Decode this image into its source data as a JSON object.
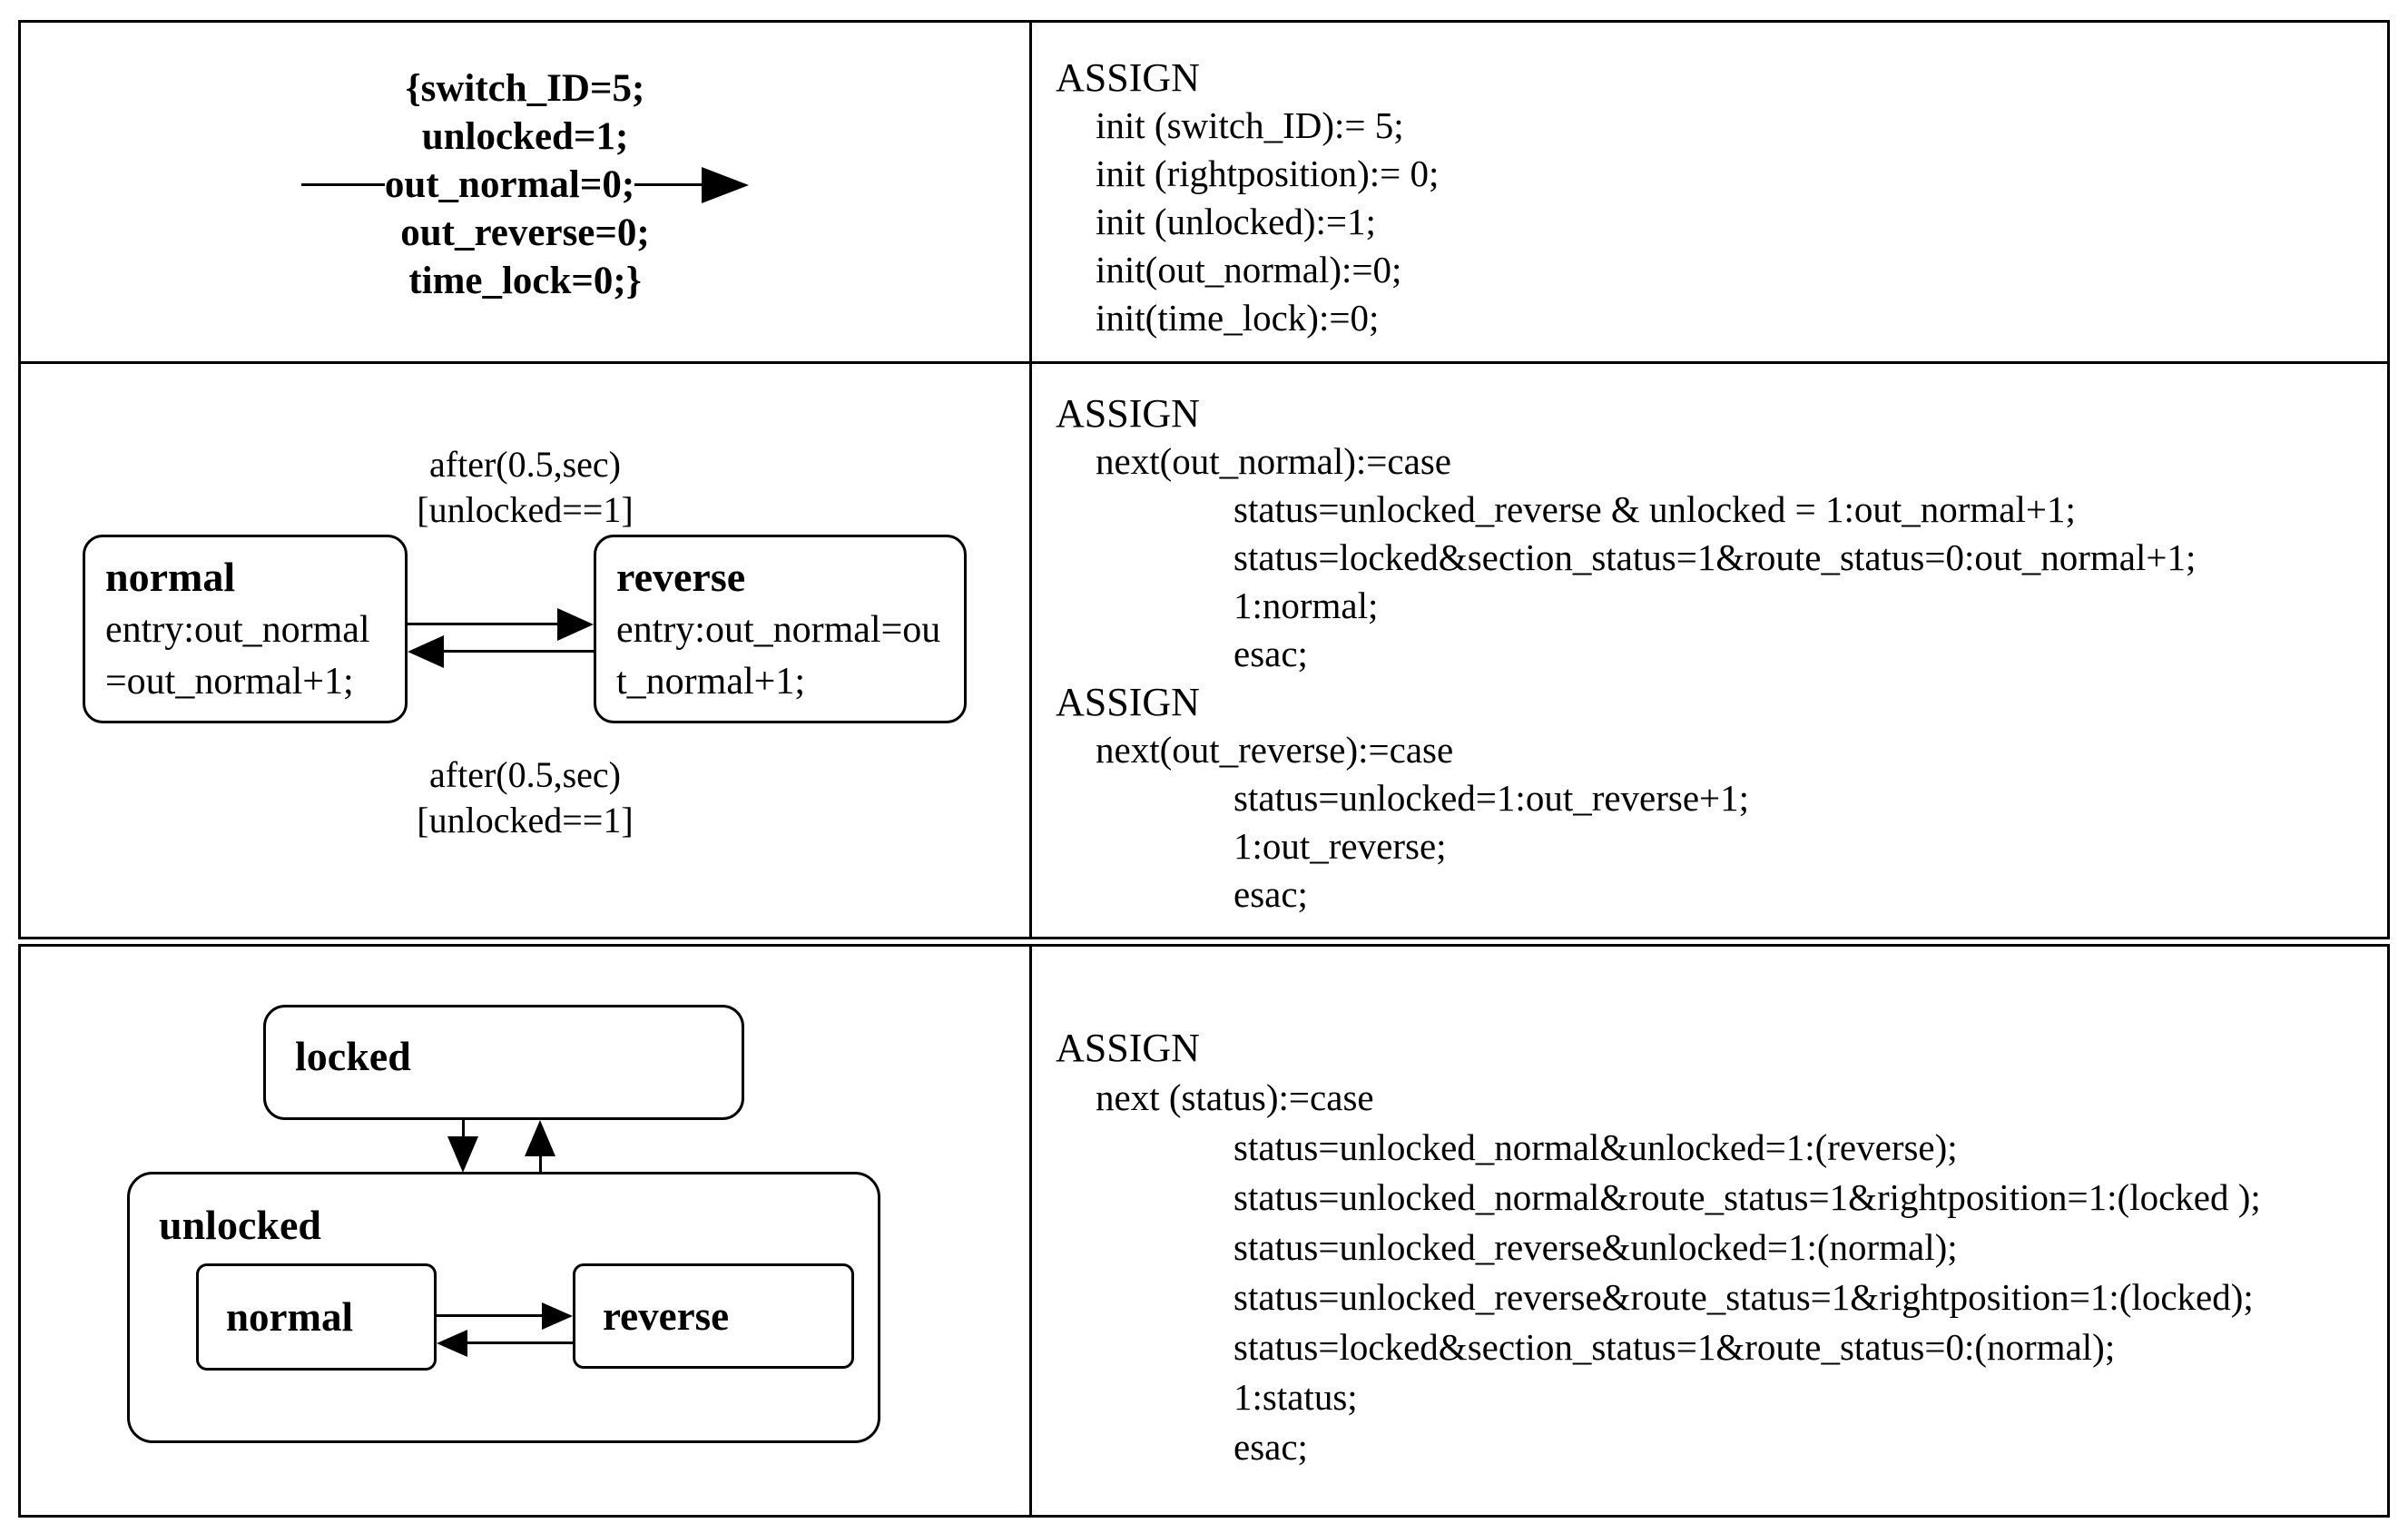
{
  "colors": {
    "ink": "#000000",
    "paper": "#ffffff"
  },
  "row1": {
    "left": {
      "pre_lines": [
        "{switch_ID=5;",
        "unlocked=1;"
      ],
      "arrow_text": "out_normal=0;",
      "post_lines": [
        "out_reverse=0;",
        "time_lock=0;}"
      ]
    },
    "right": {
      "header": "ASSIGN",
      "lines": [
        "init (switch_ID):= 5;",
        "init (rightposition):= 0;",
        "init (unlocked):=1;",
        "init(out_normal):=0;",
        "init(time_lock):=0;"
      ]
    }
  },
  "row2": {
    "left": {
      "top_label": {
        "line1": "after(0.5,sec)",
        "line2": "[unlocked==1]"
      },
      "bottom_label": {
        "line1": "after(0.5,sec)",
        "line2": "[unlocked==1]"
      },
      "normal_state": {
        "title": "normal",
        "body1": "entry:out_normal",
        "body2": "=out_normal+1;"
      },
      "reverse_state": {
        "title": "reverse",
        "body1": "entry:out_normal=ou",
        "body2": "t_normal+1;"
      }
    },
    "right": {
      "block1": {
        "header": "ASSIGN",
        "next_line": "next(out_normal):=case",
        "cases": [
          "status=unlocked_reverse & unlocked = 1:out_normal+1;",
          "status=locked&section_status=1&route_status=0:out_normal+1;",
          "1:normal;",
          "esac;"
        ]
      },
      "block2": {
        "header": "ASSIGN",
        "next_line": "next(out_reverse):=case",
        "cases": [
          "status=unlocked=1:out_reverse+1;",
          "1:out_reverse;",
          "esac;"
        ]
      }
    }
  },
  "row3": {
    "left": {
      "locked_title": "locked",
      "unlocked_title": "unlocked",
      "normal_title": "normal",
      "reverse_title": "reverse"
    },
    "right": {
      "header": "ASSIGN",
      "next_line": "next (status):=case",
      "cases": [
        "status=unlocked_normal&unlocked=1:(reverse);",
        "status=unlocked_normal&route_status=1&rightposition=1:(locked );",
        "status=unlocked_reverse&unlocked=1:(normal);",
        "status=unlocked_reverse&route_status=1&rightposition=1:(locked);",
        "status=locked&section_status=1&route_status=0:(normal);",
        "1:status;",
        "esac;"
      ]
    }
  }
}
